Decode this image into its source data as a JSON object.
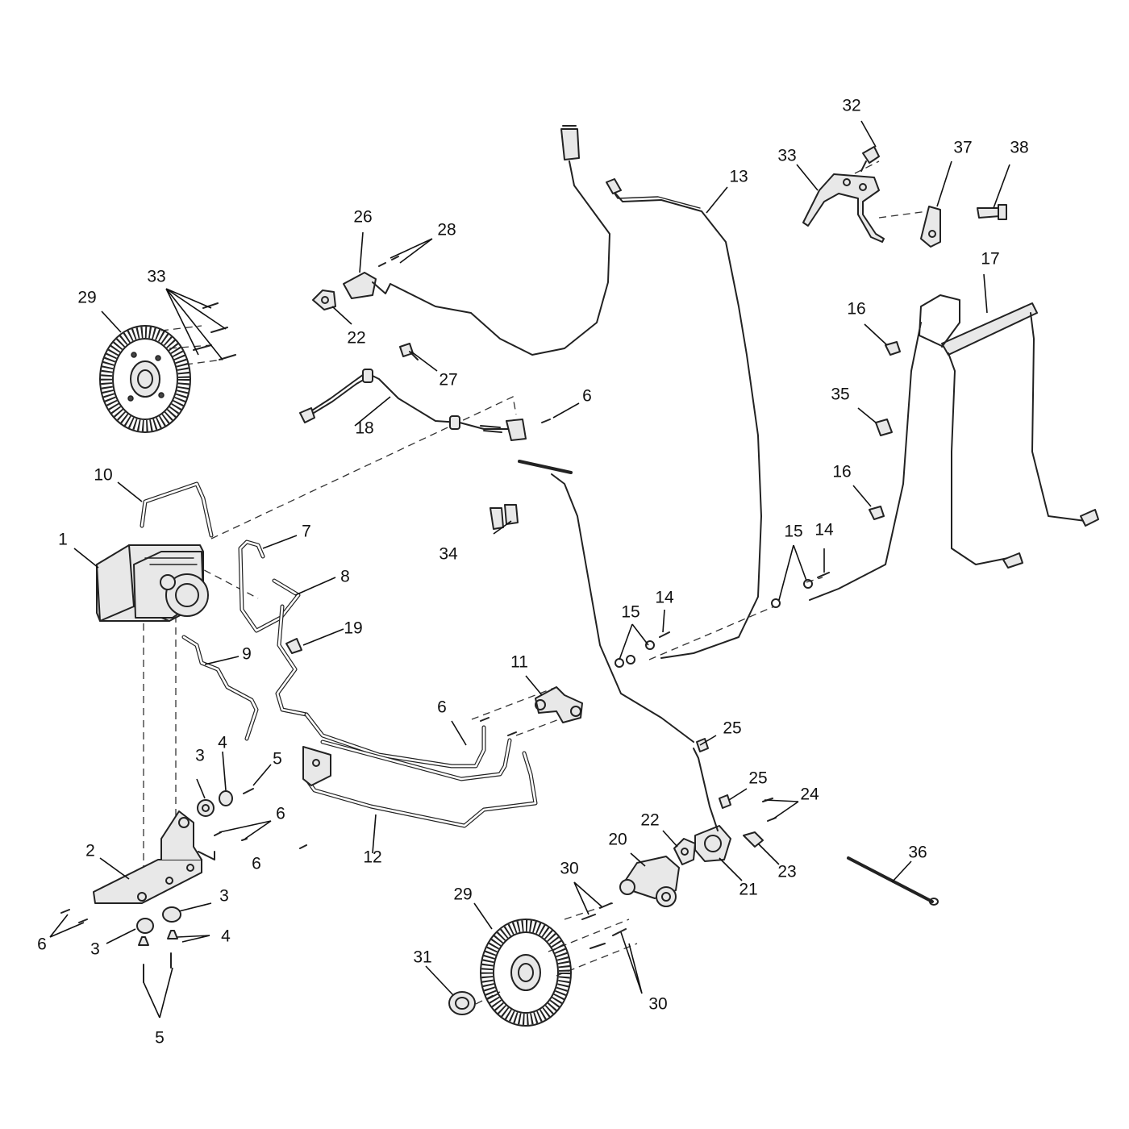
{
  "callouts": {
    "c1": "1",
    "c2": "2",
    "c3a": "3",
    "c3b": "3",
    "c3c": "3",
    "c4a": "4",
    "c4b": "4",
    "c5a": "5",
    "c5b": "5",
    "c6a": "6",
    "c6b": "6",
    "c6c": "6",
    "c6d": "6",
    "c6e": "6",
    "c7": "7",
    "c8": "8",
    "c9": "9",
    "c10": "10",
    "c11": "11",
    "c12": "12",
    "c13": "13",
    "c14a": "14",
    "c14b": "14",
    "c15a": "15",
    "c15b": "15",
    "c16a": "16",
    "c16b": "16",
    "c17": "17",
    "c18": "18",
    "c19": "19",
    "c20": "20",
    "c21": "21",
    "c22a": "22",
    "c22b": "22",
    "c23": "23",
    "c24": "24",
    "c25a": "25",
    "c25b": "25",
    "c26": "26",
    "c27": "27",
    "c28": "28",
    "c29a": "29",
    "c29b": "29",
    "c30a": "30",
    "c30b": "30",
    "c31": "31",
    "c32": "32",
    "c33": "33",
    "c33b": "33",
    "c34": "34",
    "c35": "35",
    "c36": "36",
    "c37": "37",
    "c38": "38"
  }
}
